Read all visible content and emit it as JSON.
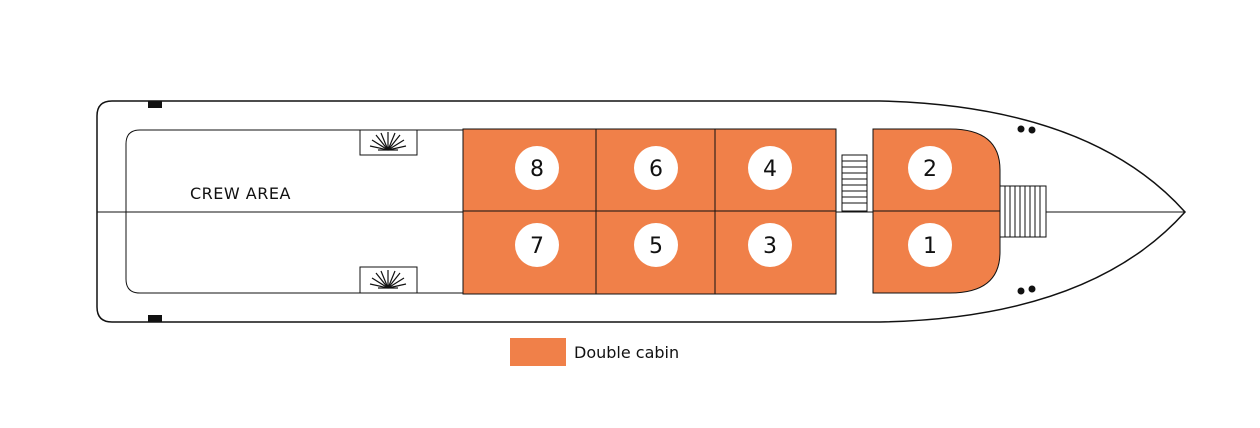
{
  "crew_area": {
    "label": "CREW AREA"
  },
  "cabins": [
    {
      "number": "8"
    },
    {
      "number": "6"
    },
    {
      "number": "4"
    },
    {
      "number": "2"
    },
    {
      "number": "7"
    },
    {
      "number": "5"
    },
    {
      "number": "3"
    },
    {
      "number": "1"
    }
  ],
  "legend": {
    "label": "Double cabin"
  },
  "colors": {
    "cabin_fill": "#f08049",
    "outline": "#111111"
  },
  "icons": {
    "fan": "fan-icon",
    "stairs": "stairs-icon",
    "bollard": "bollard-icon"
  }
}
